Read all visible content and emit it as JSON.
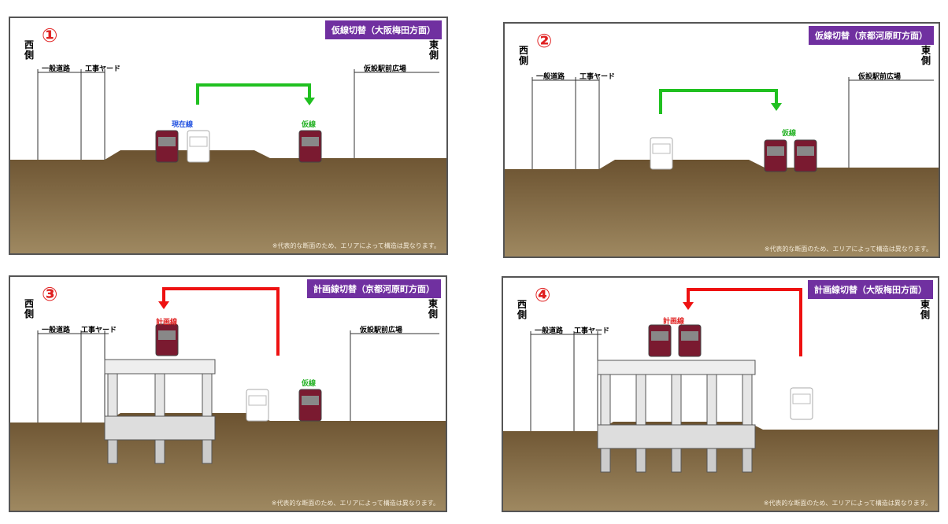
{
  "panels": [
    {
      "number": "①",
      "title": "仮線切替（大阪梅田方面）",
      "west": "西側",
      "east": "東側",
      "dims": [
        "一般道路",
        "工事ヤード",
        "仮設駅前広場"
      ],
      "tracks": [
        {
          "label": "現在線",
          "color": "#2050e0"
        },
        {
          "label": "仮線",
          "color": "#20b020"
        }
      ],
      "arrow_color": "#20c020",
      "note": "※代表的な断面のため、エリアによって構造は異なります。"
    },
    {
      "number": "②",
      "title": "仮線切替（京都河原町方面）",
      "west": "西側",
      "east": "東側",
      "dims": [
        "一般道路",
        "工事ヤード",
        "仮設駅前広場"
      ],
      "tracks": [
        {
          "label": "仮線",
          "color": "#20b020"
        }
      ],
      "arrow_color": "#20c020",
      "note": "※代表的な断面のため、エリアによって構造は異なります。"
    },
    {
      "number": "③",
      "title": "計画線切替（京都河原町方面）",
      "west": "西側",
      "east": "東側",
      "dims": [
        "一般道路",
        "工事ヤード",
        "仮設駅前広場"
      ],
      "tracks": [
        {
          "label": "計画線",
          "color": "#e02020"
        },
        {
          "label": "仮線",
          "color": "#20b020"
        }
      ],
      "arrow_color": "#ee1111",
      "note": "※代表的な断面のため、エリアによって構造は異なります。"
    },
    {
      "number": "④",
      "title": "計画線切替（大阪梅田方面）",
      "west": "西側",
      "east": "東側",
      "dims": [
        "一般道路",
        "工事ヤード"
      ],
      "tracks": [
        {
          "label": "計画線",
          "color": "#e02020"
        }
      ],
      "arrow_color": "#ee1111",
      "note": "※代表的な断面のため、エリアによって構造は異なります。"
    }
  ],
  "colors": {
    "ground_top": "#6b5230",
    "ground_bottom": "#a08a62",
    "train": "#7a1a30",
    "badge": "#7030a0"
  }
}
